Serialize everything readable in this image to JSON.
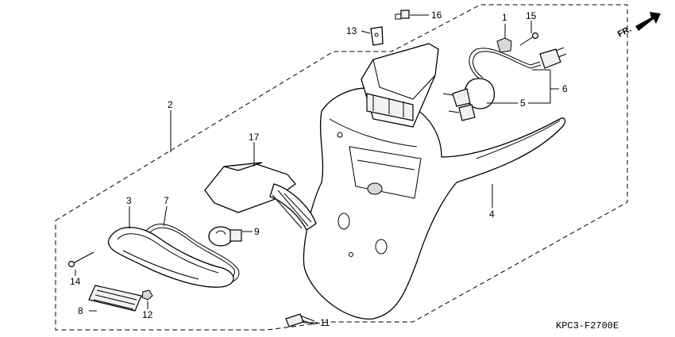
{
  "diagram": {
    "code": "KPC3-F2700E",
    "direction_label": "FR.",
    "callouts": [
      {
        "id": "c1",
        "text": "1"
      },
      {
        "id": "c2",
        "text": "2"
      },
      {
        "id": "c3",
        "text": "3"
      },
      {
        "id": "c4",
        "text": "4"
      },
      {
        "id": "c5",
        "text": "5"
      },
      {
        "id": "c6",
        "text": "6"
      },
      {
        "id": "c7",
        "text": "7"
      },
      {
        "id": "c8",
        "text": "8"
      },
      {
        "id": "c9",
        "text": "9"
      },
      {
        "id": "c11",
        "text": "11"
      },
      {
        "id": "c12",
        "text": "12"
      },
      {
        "id": "c13",
        "text": "13"
      },
      {
        "id": "c14",
        "text": "14"
      },
      {
        "id": "c15",
        "text": "15"
      },
      {
        "id": "c16",
        "text": "16"
      },
      {
        "id": "c17",
        "text": "17"
      }
    ]
  }
}
